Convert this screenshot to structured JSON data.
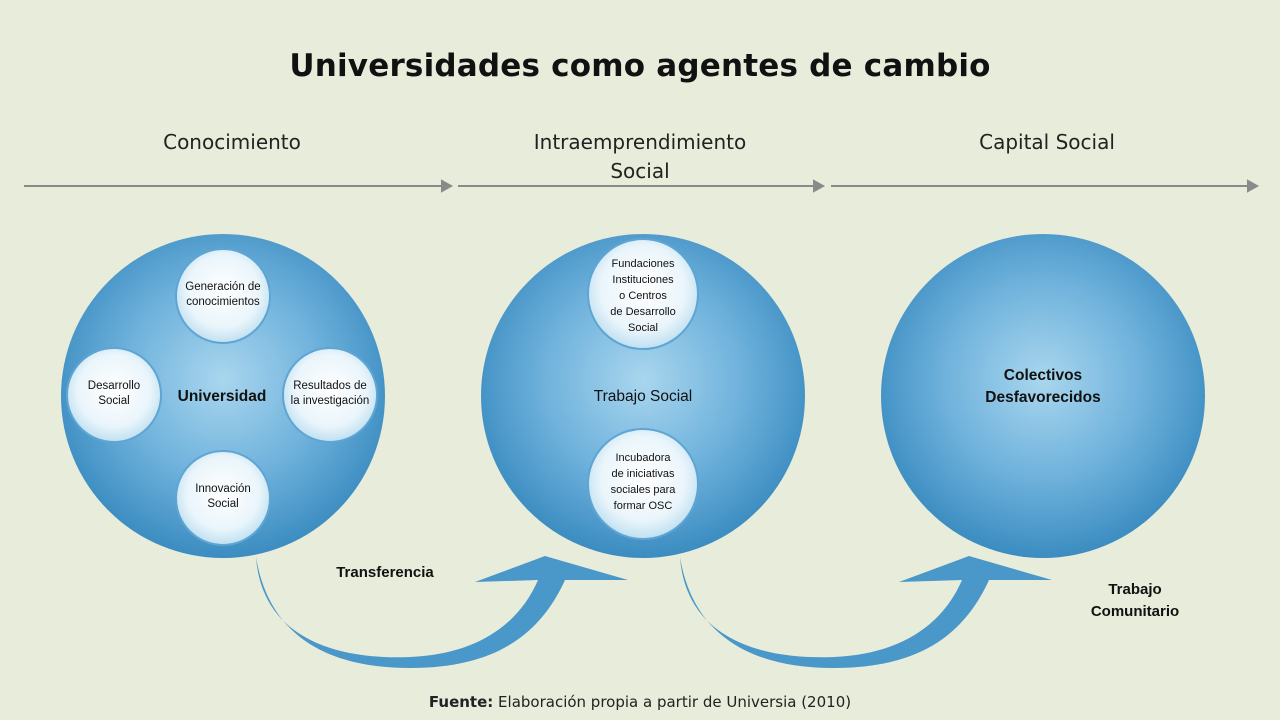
{
  "title": "Universidades como agentes de cambio",
  "stages": [
    {
      "lines": [
        "Conocimiento"
      ]
    },
    {
      "lines": [
        "Intraemprendimiento",
        "Social"
      ]
    },
    {
      "lines": [
        "Capital Social"
      ]
    }
  ],
  "circles": [
    {
      "label": [
        "Universidad"
      ]
    },
    {
      "label": [
        "Trabajo Social"
      ]
    },
    {
      "label": [
        "Colectivos",
        "Desfavorecidos"
      ]
    }
  ],
  "universidad_nodes": [
    {
      "label": [
        "Generación de",
        "conocimientos"
      ]
    },
    {
      "label": [
        "Desarrollo",
        "Social"
      ]
    },
    {
      "label": [
        "Resultados de",
        "la investigación"
      ]
    },
    {
      "label": [
        "Innovación",
        "Social"
      ]
    }
  ],
  "trabajo_social_nodes": [
    {
      "label": [
        "Fundaciones",
        "Instituciones",
        "o Centros",
        "de Desarrollo",
        "Social"
      ]
    },
    {
      "label": [
        "Incubadora",
        "de iniciativas",
        "sociales para",
        "formar OSC"
      ]
    }
  ],
  "transfer_labels": [
    {
      "lines": [
        "Transferencia"
      ]
    },
    {
      "lines": [
        "Trabajo",
        "Comunitario"
      ]
    }
  ],
  "source": {
    "prefix": "Fuente:",
    "text": " Elaboración propia a partir de Universia (2010)"
  },
  "colors": {
    "background": "#e8ecda",
    "circle_center": "#8fc6e6",
    "circle_edge": "#3d8fc3",
    "node_center": "#ffffff",
    "node_edge": "#cfe6f4",
    "arrow_blue": "#4a97c9",
    "timeline_gray": "#8a8a8a"
  }
}
